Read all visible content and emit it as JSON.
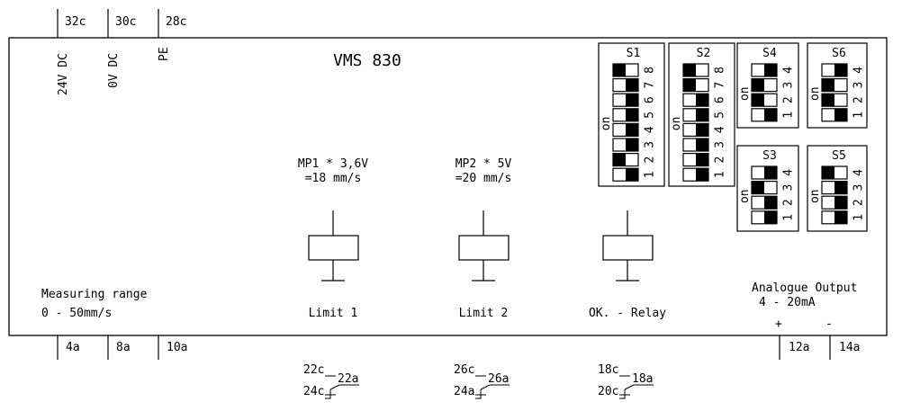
{
  "title": "VMS 830",
  "top_terminals": [
    {
      "pin": "32c",
      "signal": "24V DC"
    },
    {
      "pin": "30c",
      "signal": "0V DC"
    },
    {
      "pin": "28c",
      "signal": "PE"
    }
  ],
  "bottom_left_terminals": [
    "4a",
    "8a",
    "10a"
  ],
  "bottom_right_terminals": [
    "12a",
    "14a"
  ],
  "measuring_range": {
    "label": "Measuring range",
    "value": "0 - 50mm/s"
  },
  "analogue_output": {
    "label": "Analogue Output",
    "value": "4 - 20mA",
    "plus": "+",
    "minus": "-"
  },
  "relays": [
    {
      "note1": "MP1 * 3,6V",
      "note2": "=18 mm/s",
      "label": "Limit 1",
      "c_no": "22c",
      "c_nc": "24c",
      "common": "22a"
    },
    {
      "note1": "MP2 * 5V",
      "note2": "=20 mm/s",
      "label": "Limit 2",
      "c_no": "26c",
      "c_nc": "24a",
      "common": "26a"
    },
    {
      "note1": "",
      "note2": "",
      "label": "OK. - Relay",
      "c_no": "18c",
      "c_nc": "20c",
      "common": "18a"
    }
  ],
  "on_label": "on",
  "switches": [
    {
      "name": "S1",
      "positions_top_to_bottom": [
        8,
        7,
        6,
        5,
        4,
        3,
        2,
        1
      ],
      "on": [
        true,
        false,
        false,
        false,
        false,
        false,
        true,
        false
      ]
    },
    {
      "name": "S2",
      "positions_top_to_bottom": [
        8,
        7,
        6,
        5,
        4,
        3,
        2,
        1
      ],
      "on": [
        true,
        true,
        false,
        false,
        false,
        false,
        false,
        false
      ]
    },
    {
      "name": "S4",
      "positions_top_to_bottom": [
        4,
        3,
        2,
        1
      ],
      "on": [
        false,
        true,
        true,
        false
      ]
    },
    {
      "name": "S6",
      "positions_top_to_bottom": [
        4,
        3,
        2,
        1
      ],
      "on": [
        false,
        true,
        true,
        false
      ]
    },
    {
      "name": "S3",
      "positions_top_to_bottom": [
        4,
        3,
        2,
        1
      ],
      "on": [
        false,
        true,
        false,
        false
      ]
    },
    {
      "name": "S5",
      "positions_top_to_bottom": [
        4,
        3,
        2,
        1
      ],
      "on": [
        true,
        false,
        false,
        false
      ]
    }
  ]
}
